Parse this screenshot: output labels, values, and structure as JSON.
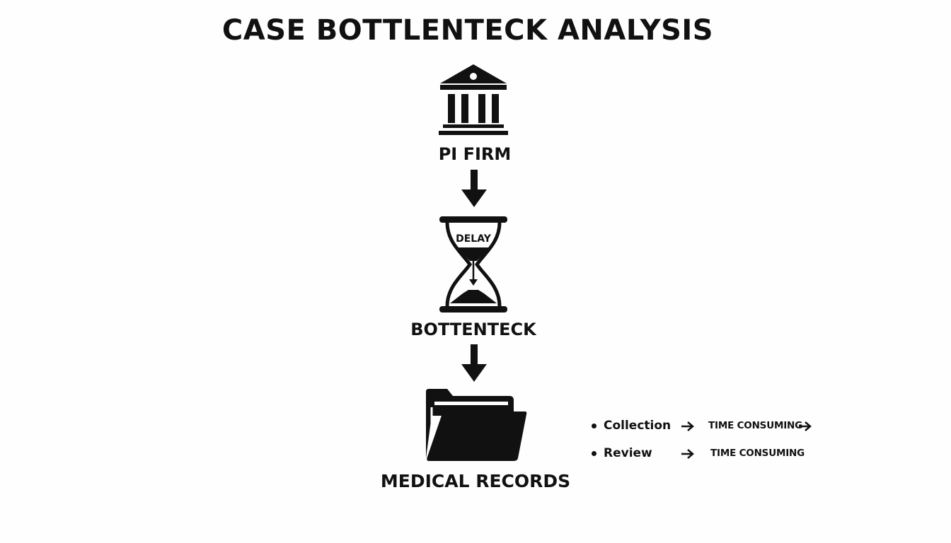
{
  "title": "CASE BOTTLENTECK ANALYSIS",
  "flow": {
    "firm": {
      "label": "PI FIRM",
      "icon": "bank-building-icon"
    },
    "bottleneck": {
      "label": "BOTTENTECK",
      "inner_text": "DELAY",
      "icon": "hourglass-icon"
    },
    "records": {
      "label": "MEDICAL RECORDS",
      "icon": "folder-icon"
    }
  },
  "side_items": [
    {
      "label": "Collection",
      "status": "TIME CONSUMING"
    },
    {
      "label": "Review",
      "status": "TIME CONSUMING"
    }
  ]
}
